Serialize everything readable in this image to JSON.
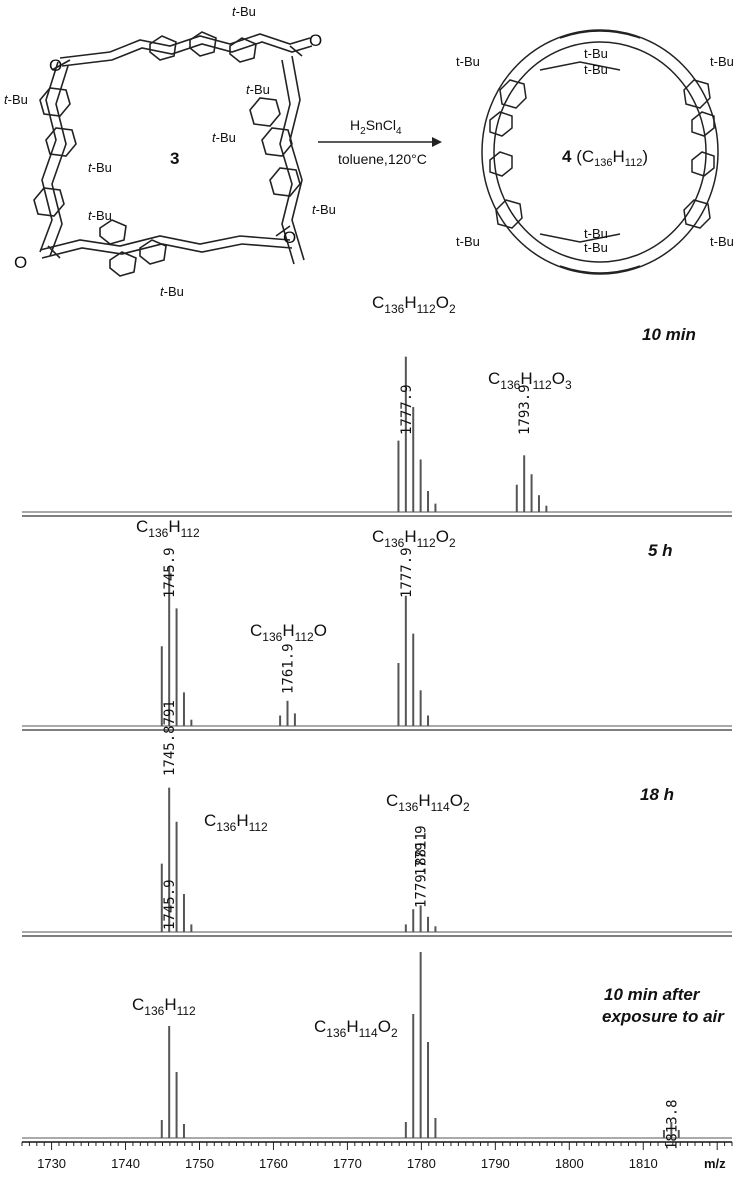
{
  "scheme": {
    "reactant_label": "3",
    "product_label_num": "4",
    "product_formula": "(C136H112)",
    "product_formula_parts": {
      "pre": "(C",
      "c": "136",
      "h": "H",
      "hs": "112",
      "post": ")"
    },
    "reagent": {
      "a": "H",
      "a_sub": "2",
      "b": "SnCl",
      "b_sub": "4"
    },
    "conditions": "toluene,120°C",
    "tbu": "t-Bu",
    "tbu_italic": "t",
    "tbu_rest": "-Bu"
  },
  "chart_data": {
    "type": "line",
    "xlabel": "m/z",
    "xlim": [
      1726,
      1822
    ],
    "x_ticks": [
      1730,
      1740,
      1750,
      1760,
      1770,
      1780,
      1790,
      1800,
      1810
    ],
    "panels": [
      {
        "caption": "10 min",
        "peaks": [
          {
            "x": 1776.9,
            "y": 0.34
          },
          {
            "x": 1777.9,
            "y": 0.74
          },
          {
            "x": 1778.9,
            "y": 0.5
          },
          {
            "x": 1779.9,
            "y": 0.25
          },
          {
            "x": 1780.9,
            "y": 0.1
          },
          {
            "x": 1781.9,
            "y": 0.04
          },
          {
            "x": 1792.9,
            "y": 0.13
          },
          {
            "x": 1793.9,
            "y": 0.27
          },
          {
            "x": 1794.9,
            "y": 0.18
          },
          {
            "x": 1795.9,
            "y": 0.08
          },
          {
            "x": 1796.9,
            "y": 0.03
          }
        ],
        "labels": [
          {
            "text": "1777.9",
            "x": 1777.9
          },
          {
            "text": "1793.9",
            "x": 1793.9
          }
        ],
        "formulas": [
          {
            "parts": [
              [
                "C",
                ""
              ],
              [
                "136",
                "sub"
              ],
              [
                "H",
                ""
              ],
              [
                "112",
                "sub"
              ],
              [
                "O",
                ""
              ],
              [
                "2",
                "sub"
              ]
            ]
          },
          {
            "parts": [
              [
                "C",
                ""
              ],
              [
                "136",
                "sub"
              ],
              [
                "H",
                ""
              ],
              [
                "112",
                "sub"
              ],
              [
                "O",
                ""
              ],
              [
                "3",
                "sub"
              ]
            ]
          }
        ]
      },
      {
        "caption": "5 h",
        "peaks": [
          {
            "x": 1744.9,
            "y": 0.38
          },
          {
            "x": 1745.9,
            "y": 0.76
          },
          {
            "x": 1746.9,
            "y": 0.56
          },
          {
            "x": 1747.9,
            "y": 0.16
          },
          {
            "x": 1748.9,
            "y": 0.03
          },
          {
            "x": 1760.9,
            "y": 0.05
          },
          {
            "x": 1761.9,
            "y": 0.12
          },
          {
            "x": 1762.9,
            "y": 0.06
          },
          {
            "x": 1776.9,
            "y": 0.3
          },
          {
            "x": 1777.9,
            "y": 0.62
          },
          {
            "x": 1778.9,
            "y": 0.44
          },
          {
            "x": 1779.9,
            "y": 0.17
          },
          {
            "x": 1780.9,
            "y": 0.05
          }
        ],
        "labels": [
          {
            "text": "1745.9",
            "x": 1745.9
          },
          {
            "text": "1761.9",
            "x": 1761.9
          },
          {
            "text": "1777.9",
            "x": 1777.9
          }
        ],
        "formulas": [
          {
            "parts": [
              [
                "C",
                ""
              ],
              [
                "136",
                "sub"
              ],
              [
                "H",
                ""
              ],
              [
                "112",
                "sub"
              ]
            ]
          },
          {
            "parts": [
              [
                "C",
                ""
              ],
              [
                "136",
                "sub"
              ],
              [
                "H",
                ""
              ],
              [
                "112",
                "sub"
              ],
              [
                "O",
                ""
              ]
            ]
          },
          {
            "parts": [
              [
                "C",
                ""
              ],
              [
                "136",
                "sub"
              ],
              [
                "H",
                ""
              ],
              [
                "112",
                "sub"
              ],
              [
                "O",
                ""
              ],
              [
                "2",
                "sub"
              ]
            ]
          }
        ]
      },
      {
        "caption": "18 h",
        "peaks": [
          {
            "x": 1744.9,
            "y": 0.36
          },
          {
            "x": 1745.9,
            "y": 0.76
          },
          {
            "x": 1746.9,
            "y": 0.58
          },
          {
            "x": 1747.9,
            "y": 0.2
          },
          {
            "x": 1748.9,
            "y": 0.04
          },
          {
            "x": 1777.9,
            "y": 0.04
          },
          {
            "x": 1778.9,
            "y": 0.12
          },
          {
            "x": 1779.9,
            "y": 0.14
          },
          {
            "x": 1780.9,
            "y": 0.08
          },
          {
            "x": 1781.9,
            "y": 0.03
          }
        ],
        "labels": [
          {
            "text": "1745.8791",
            "x": 1745.9
          },
          {
            "text": "1779.8811",
            "x": 1779.9
          }
        ],
        "formulas": [
          {
            "parts": [
              [
                "C",
                ""
              ],
              [
                "136",
                "sub"
              ],
              [
                "H",
                ""
              ],
              [
                "112",
                "sub"
              ]
            ]
          },
          {
            "parts": [
              [
                "C",
                ""
              ],
              [
                "136",
                "sub"
              ],
              [
                "H",
                ""
              ],
              [
                "114",
                "sub"
              ],
              [
                "O",
                ""
              ],
              [
                "2",
                "sub"
              ]
            ]
          }
        ]
      },
      {
        "caption": "10 min after exposure to air",
        "caption_lines": [
          "10 min after",
          "exposure to air"
        ],
        "peaks": [
          {
            "x": 1744.9,
            "y": 0.09
          },
          {
            "x": 1745.9,
            "y": 0.56
          },
          {
            "x": 1746.9,
            "y": 0.33
          },
          {
            "x": 1747.9,
            "y": 0.07
          },
          {
            "x": 1777.9,
            "y": 0.08
          },
          {
            "x": 1778.9,
            "y": 0.62
          },
          {
            "x": 1779.9,
            "y": 0.93
          },
          {
            "x": 1780.9,
            "y": 0.48
          },
          {
            "x": 1781.9,
            "y": 0.1
          },
          {
            "x": 1812.8,
            "y": 0.04
          },
          {
            "x": 1813.8,
            "y": 0.08
          },
          {
            "x": 1814.8,
            "y": 0.04
          }
        ],
        "labels": [
          {
            "text": "1745.9",
            "x": 1745.9
          },
          {
            "text": "1779.9",
            "x": 1779.9
          },
          {
            "text": "1813.8",
            "x": 1813.8
          }
        ],
        "formulas": [
          {
            "parts": [
              [
                "C",
                ""
              ],
              [
                "136",
                "sub"
              ],
              [
                "H",
                ""
              ],
              [
                "112",
                "sub"
              ]
            ]
          },
          {
            "parts": [
              [
                "C",
                ""
              ],
              [
                "136",
                "sub"
              ],
              [
                "H",
                ""
              ],
              [
                "114",
                "sub"
              ],
              [
                "O",
                ""
              ],
              [
                "2",
                "sub"
              ]
            ]
          }
        ]
      }
    ]
  }
}
